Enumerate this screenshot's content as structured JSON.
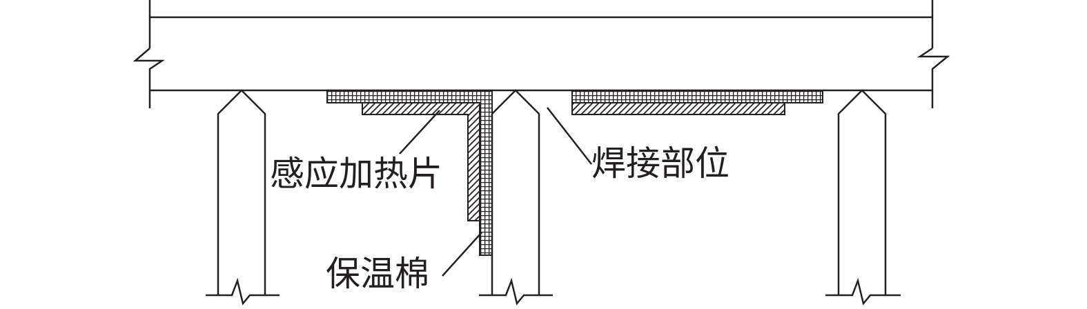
{
  "labels": {
    "heating_pad": "感应加热片",
    "welding_location": "焊接部位",
    "insulation_wool": "保温棉"
  },
  "colors": {
    "line": "#231f20",
    "background": "#ffffff"
  }
}
